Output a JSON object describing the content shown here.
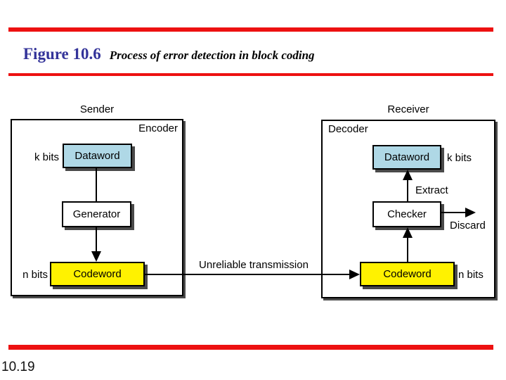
{
  "colors": {
    "accent_red": "#ED1111",
    "title_blue": "#333399",
    "dataword_fill": "#AFD8E6",
    "codeword_fill": "#FFF200",
    "process_fill": "#FFFFFF",
    "shadow": "#4A4A4A"
  },
  "header": {
    "figure_label": "Figure 10.6",
    "figure_caption": "Process of error detection in block coding"
  },
  "footer": {
    "page_number": "10.19"
  },
  "diagram": {
    "channel_label": "Unreliable transmission",
    "sender": {
      "title": "Sender",
      "role_label": "Encoder",
      "k_bits_label": "k bits",
      "dataword_label": "Dataword",
      "generator_label": "Generator",
      "n_bits_label": "n bits",
      "codeword_label": "Codeword"
    },
    "receiver": {
      "title": "Receiver",
      "role_label": "Decoder",
      "dataword_label": "Dataword",
      "k_bits_label": "k bits",
      "extract_label": "Extract",
      "checker_label": "Checker",
      "discard_label": "Discard",
      "codeword_label": "Codeword",
      "n_bits_label": "n bits"
    }
  }
}
